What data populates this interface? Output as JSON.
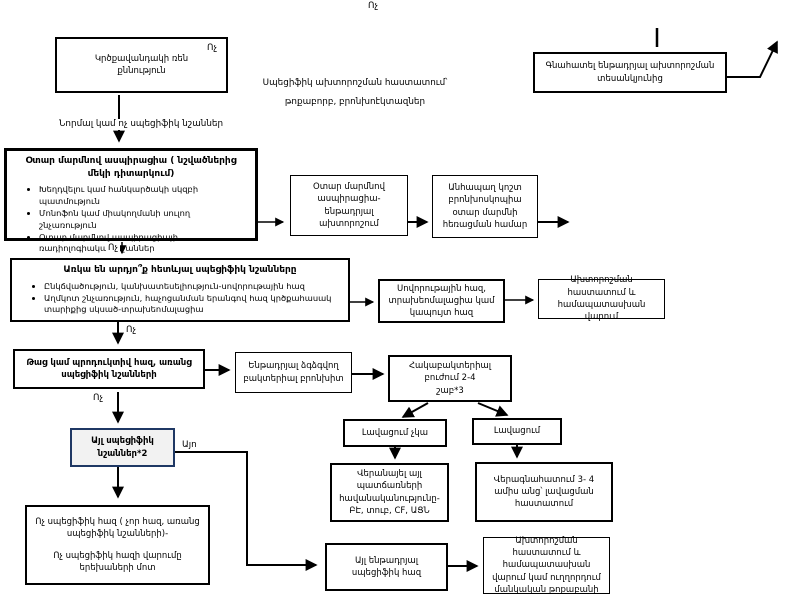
{
  "labels": {
    "top_no": "Ոչ",
    "chest_corner_no": "Ոչ",
    "normal_signs": "Նորմալ կամ ոչ սպեցիֆիկ նշաններ",
    "note_line1": "Սպեցիֆիկ ախտորոշման հաստատում՝",
    "note_line2": "թոքաբորբ, բրոնխոէկտազներ",
    "no_after_foreign": "Ոչ",
    "no_after_sure": "Ոչ",
    "no_after_wet": "Ոչ",
    "yes_after_other": "Այո"
  },
  "nodes": {
    "chest_xray": {
      "line1": "Կրծքավանդակի ռեն",
      "line2": "քննություն"
    },
    "assess": {
      "text": "Գնահատել ենթադրյալ ախտորոշման տեսանկյունից"
    },
    "foreign_body": {
      "title": "Օտար մարմնով ասպիրացիա ( նշվածներից մեկի դիտարկում)",
      "bullets": [
        "Խեղդվելու կամ հանկարծակի սկզբի պատմություն",
        "Մոնոֆոն կամ միակողմանի սուլող շնչառություն",
        "Օտար մարմնով ասպիրացիայի ռադիոլոգիական նշաններ"
      ]
    },
    "fb_suspected": {
      "text": "Օտար մարմնով ասպիրացիա- ենթադրյալ ախտորոշում"
    },
    "bronchoscopy": {
      "text": "Անհապաղ կոշտ բրոնխոսկոպիա օտար մարմնի հեռացման համար"
    },
    "specific_signs": {
      "title": "Առկա են արդյո՞ք հետևյալ սպեցիֆիկ նշանները",
      "bullets": [
        "Ընկճվածություն, կանխատեսելիություն-սովորութային հազ",
        "Աղմկոտ շնչառություն, հաչոցանման երանգով հազ կրծքահասակ տարիքից սկսած-տրախեոմալացիա"
      ]
    },
    "habit_cough": {
      "text": "Սովորութային հազ, տրախեոմալացիա կամ կապույտ հազ"
    },
    "confirm_manage": {
      "text": "Ախտորոշման հաստատում և համապատասխան վարում"
    },
    "wet_cough": {
      "text": "Թաց կամ պրոդուկտիվ հազ, առանց սպեցիֆիկ նշանների"
    },
    "pbb": {
      "text": "Ենթադրյալ ձգձգվող բակտերիալ բրոնխիտ"
    },
    "antibiotics": {
      "line1": "Հակաբակտերիալ բուժում 2-4",
      "line2": "շաբ*3"
    },
    "no_improvement": {
      "text": "Լավացում չկա"
    },
    "improvement": {
      "text": "Լավացում"
    },
    "review_causes": {
      "text": "Վերանայել այլ պատճառների հավանականությունը- ԲԷ, տուբ, CF, ԱՑՆ"
    },
    "reassess": {
      "text": "Վերագնահատում 3- 4 ամիս անց՝ լավացման հաստատում"
    },
    "other_specific_signs": {
      "text": "Այլ սպեցիֆիկ նշաններ*2"
    },
    "nonspecific_cough": {
      "line1": "Ոչ սպեցիֆիկ հազ ( չոր հազ, առանց սպեցիֆիկ նշանների)-",
      "line2": "Ոչ սպեցիֆիկ հազի վարումը երեխաների մոտ"
    },
    "other_presumed": {
      "text": "Այլ ենթադրյալ սպեցիֆիկ հազ"
    },
    "confirm_refer": {
      "text": "Ախտորոշման հաստատում և համապատասխան վարում կամ ուղղորդում մանկական թոքաբանի"
    }
  },
  "colors": {
    "highlight_border": "#1f3864",
    "highlight_fill": "#f2f2f2",
    "line": "#000000"
  }
}
